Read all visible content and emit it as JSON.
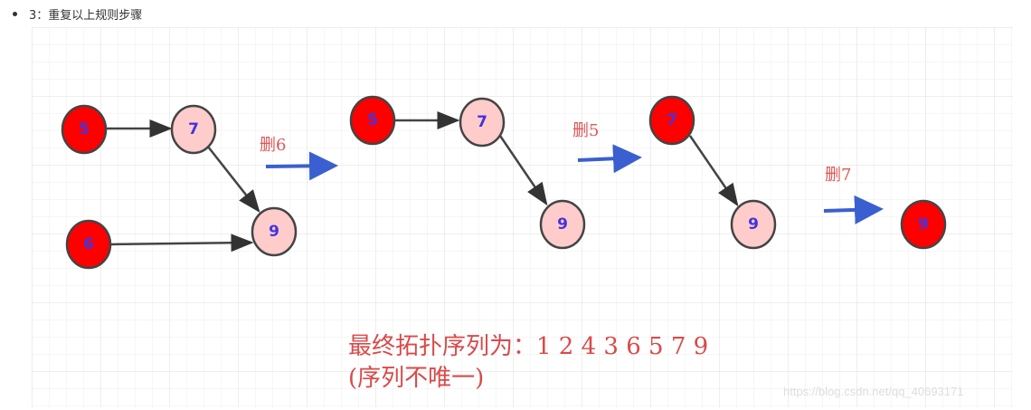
{
  "heading": "3：重复以上规则步骤",
  "nodes": {
    "n5": "5",
    "n6": "6",
    "n7": "7",
    "n9": "9"
  },
  "steps": [
    "删6",
    "删5",
    "删7"
  ],
  "result_line1": "最终拓扑序列为：1 2 4 3 6 5 7 9",
  "result_line2": "(序列不唯一)",
  "watermark": "https://blog.csdn.net/qq_40693171",
  "colors": {
    "source": "#ff0000",
    "other": "#ffcccc",
    "arrow": "#3a5fd0",
    "text": "#d94a4a"
  }
}
